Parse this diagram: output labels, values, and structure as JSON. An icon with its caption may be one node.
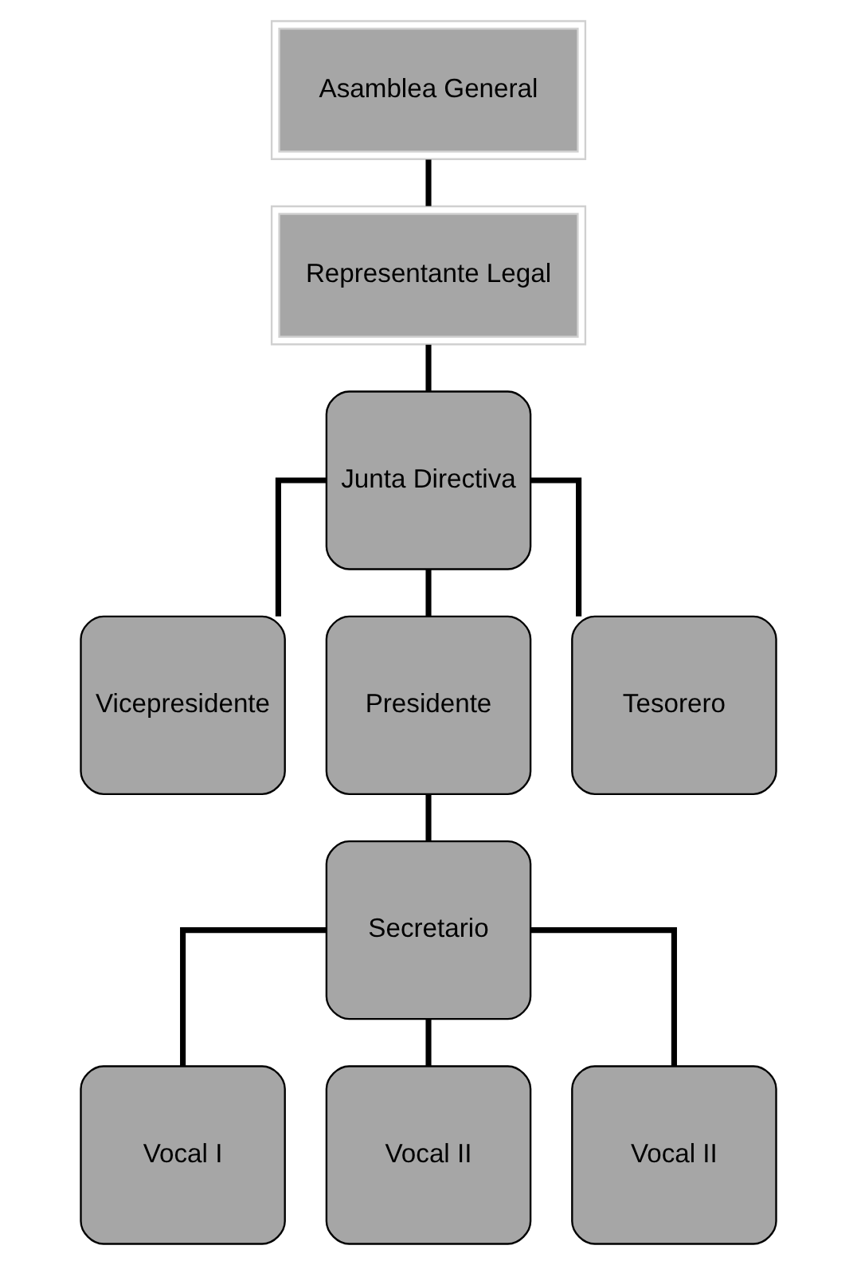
{
  "diagram": {
    "nodes": [
      {
        "text": [
          "Asamblea General"
        ]
      },
      {
        "text": [
          "Representante Legal"
        ]
      },
      {
        "text": [
          "Junta Directiva"
        ]
      },
      {
        "text": [
          "Vicepresidente"
        ]
      },
      {
        "text": [
          "Presidente"
        ]
      },
      {
        "text": [
          "Tesorero"
        ]
      },
      {
        "text": [
          "Secretario"
        ]
      },
      {
        "text": [
          "Vocal I"
        ]
      },
      {
        "text": [
          "Vocal II"
        ]
      },
      {
        "text": [
          "Vocal II"
        ]
      }
    ],
    "edges": [
      {
        "from": 0,
        "to": 1,
        "arrow": "none"
      },
      {
        "from": 1,
        "to": 2,
        "arrow": "none"
      },
      {
        "from": 2,
        "to": 3,
        "arrow": "none"
      },
      {
        "from": 2,
        "to": 4,
        "arrow": "none"
      },
      {
        "from": 2,
        "to": 5,
        "arrow": "none"
      },
      {
        "from": 4,
        "to": 6,
        "arrow": "none"
      },
      {
        "from": 6,
        "to": 7,
        "arrow": "none"
      },
      {
        "from": 6,
        "to": 8,
        "arrow": "none"
      },
      {
        "from": 6,
        "to": 9,
        "arrow": "none"
      }
    ]
  }
}
